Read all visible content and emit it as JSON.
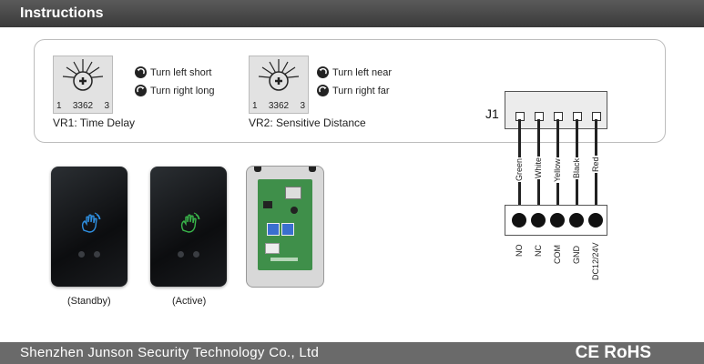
{
  "header": {
    "title": "Instructions"
  },
  "vr1": {
    "pot_left": "1",
    "pot_model": "3362",
    "pot_right": "3",
    "turn_left": "Turn left short",
    "turn_right": "Turn right long",
    "label": "VR1: Time Delay"
  },
  "vr2": {
    "pot_left": "1",
    "pot_model": "3362",
    "pot_right": "3",
    "turn_left": "Turn left near",
    "turn_right": "Turn right far",
    "label": "VR2: Sensitive Distance"
  },
  "connector": {
    "name": "J1",
    "wires": [
      "Green",
      "White",
      "Yellow",
      "Black",
      "Red"
    ],
    "terminals": [
      "NO",
      "NC",
      "COM",
      "GND",
      "DC12/24V"
    ]
  },
  "devices": {
    "standby_caption": "(Standby)",
    "active_caption": "(Active)"
  },
  "footer": {
    "company": "Shenzhen Junson Security Technology Co., Ltd",
    "cert": "CE RoHS"
  },
  "colors": {
    "standby_hand": "#2f8fe0",
    "active_hand": "#39b54a",
    "pcb": "#3f8f4a"
  }
}
